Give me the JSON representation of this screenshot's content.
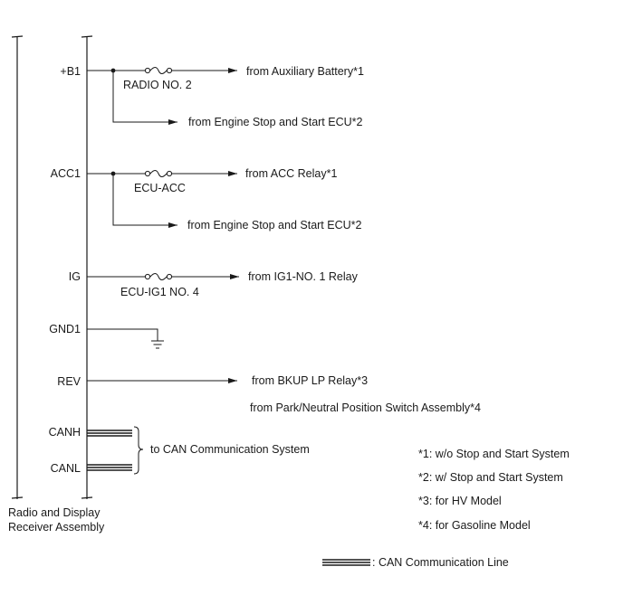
{
  "component": {
    "name_line1": "Radio and Display",
    "name_line2": "Receiver Assembly"
  },
  "terminals": {
    "b1": "+B1",
    "acc1": "ACC1",
    "ig": "IG",
    "gnd1": "GND1",
    "rev": "REV",
    "canh": "CANH",
    "canl": "CANL"
  },
  "fuses": {
    "radio": "RADIO NO. 2",
    "ecu_acc": "ECU-ACC",
    "ecu_ig1": "ECU-IG1 NO. 4"
  },
  "sources": {
    "aux_battery": "from Auxiliary Battery*1",
    "engine_ecu_1": "from Engine Stop and Start ECU*2",
    "acc_relay": "from ACC Relay*1",
    "engine_ecu_2": "from Engine Stop and Start ECU*2",
    "ig1_relay": "from IG1-NO. 1 Relay",
    "bkup_relay": "from BKUP LP Relay*3",
    "park_neutral": "from Park/Neutral Position Switch Assembly*4",
    "can_system": "to CAN Communication System"
  },
  "notes": {
    "n1": "*1: w/o Stop and Start System",
    "n2": "*2: w/ Stop and Start System",
    "n3": "*3: for HV Model",
    "n4": "*4: for Gasoline Model"
  },
  "legend": {
    "can_line": ": CAN Communication Line"
  }
}
